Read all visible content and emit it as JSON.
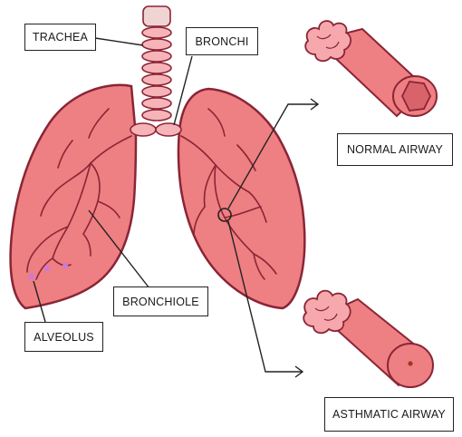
{
  "labels": {
    "trachea": "TRACHEA",
    "bronchi": "BRONCHI",
    "bronchiole": "BRONCHIOLE",
    "alveolus": "ALVEOLUS",
    "normal_airway": "NORMAL AIRWAY",
    "asthmatic_airway": "ASTHMATIC AIRWAY"
  },
  "colors": {
    "lung_fill": "#ee7f82",
    "lung_stroke": "#8a2536",
    "trachea_ring": "#f6b3b8",
    "trachea_top": "#f0d3d3",
    "airway_fill": "#ee7f82",
    "airway_inner": "#d8636a",
    "alveoli_fill": "#f6a8ad",
    "alveolus_dot": "#c77be0",
    "blockage_dot": "#a8321f",
    "line": "#222222"
  }
}
